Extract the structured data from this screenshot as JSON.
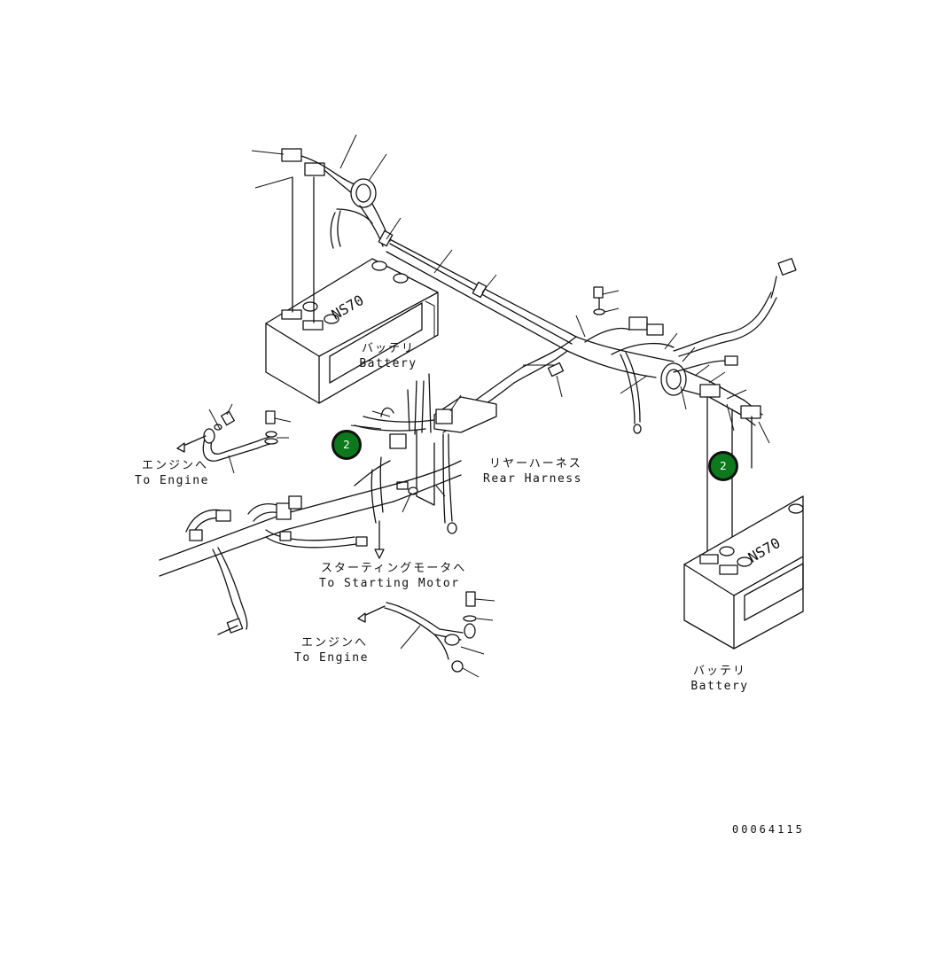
{
  "labels": {
    "battery_top_jp": "バッテリ",
    "battery_top_en": "Battery",
    "battery_right_jp": "バッテリ",
    "battery_right_en": "Battery",
    "engine1_jp": "エンジンへ",
    "engine1_en": "To Engine",
    "engine2_jp": "エンジンへ",
    "engine2_en": "To Engine",
    "rear_harness_jp": "リヤーハーネス",
    "rear_harness_en": "Rear Harness",
    "starting_motor_jp": "スターティングモータへ",
    "starting_motor_en": "To Starting Motor",
    "battery_model_top": "NS70",
    "battery_model_right": "NS70"
  },
  "callouts": [
    {
      "number": "2",
      "color": "#0c7a1c"
    },
    {
      "number": "2",
      "color": "#0c7a1c"
    }
  ],
  "drawing_number": "00064115"
}
